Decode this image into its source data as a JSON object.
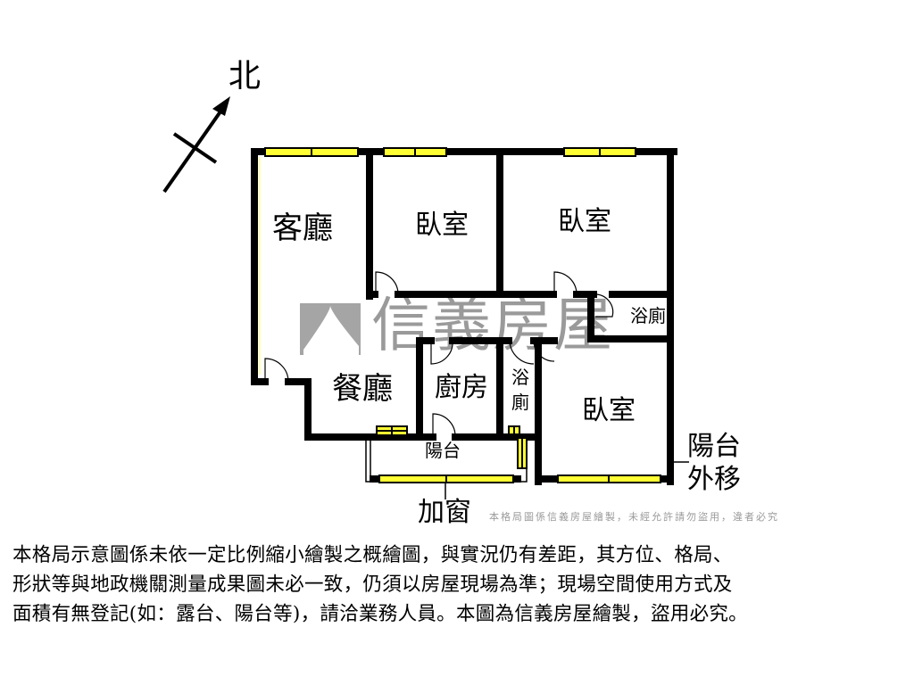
{
  "compass": {
    "north_label": "北"
  },
  "rooms": {
    "living_room": "客廳",
    "bedroom_1": "臥室",
    "bedroom_2": "臥室",
    "bathroom_1": "浴廁",
    "dining_room": "餐廳",
    "kitchen": "廚房",
    "bathroom_2_top": "浴",
    "bathroom_2_bottom": "廁",
    "bedroom_3": "臥室",
    "balcony": "陽台"
  },
  "annotations": {
    "balcony_moved_line1": "陽台",
    "balcony_moved_line2": "外移",
    "added_window": "加窗"
  },
  "watermark": {
    "brand": "信義房屋",
    "notice": "本格局圖係信義房屋繪製，未經允許請勿盜用，違者必究"
  },
  "disclaimer": [
    "本格局示意圖係未依一定比例縮小繪製之概繪圖，與實況仍有差距，其方位、格局、",
    "形狀等與地政機關測量成果圖未必一致，仍須以房屋現場為準；現場空間使用方式及",
    "面積有無登記(如：露台、陽台等)，請洽業務人員。本圖為信義房屋繪製，盜用必究。"
  ],
  "colors": {
    "wall": "#000000",
    "window": "#ffff33",
    "watermark": "#9a9a9a"
  }
}
